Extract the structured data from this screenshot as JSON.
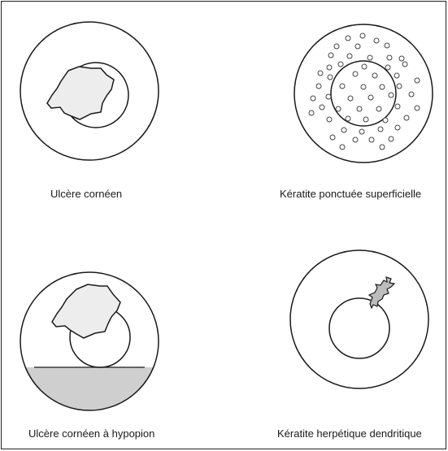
{
  "figure": {
    "panels": [
      {
        "id": "corneal-ulcer",
        "caption": "Ulcère cornéen"
      },
      {
        "id": "superficial-punctate-keratitis",
        "caption": "Kératite ponctuée superficielle"
      },
      {
        "id": "corneal-ulcer-hypopion",
        "caption": "Ulcère cornéen à hypopion"
      },
      {
        "id": "herpetic-dendritic-keratitis",
        "caption": "Kératite herpétique dendritique"
      }
    ]
  },
  "colors": {
    "stroke": "#1a1a1a",
    "lesion_fill": "#ededed",
    "hypopion_fill": "#cfcfcf",
    "dendrite_fill": "#bdbdbd",
    "dot_stroke": "#444444"
  }
}
